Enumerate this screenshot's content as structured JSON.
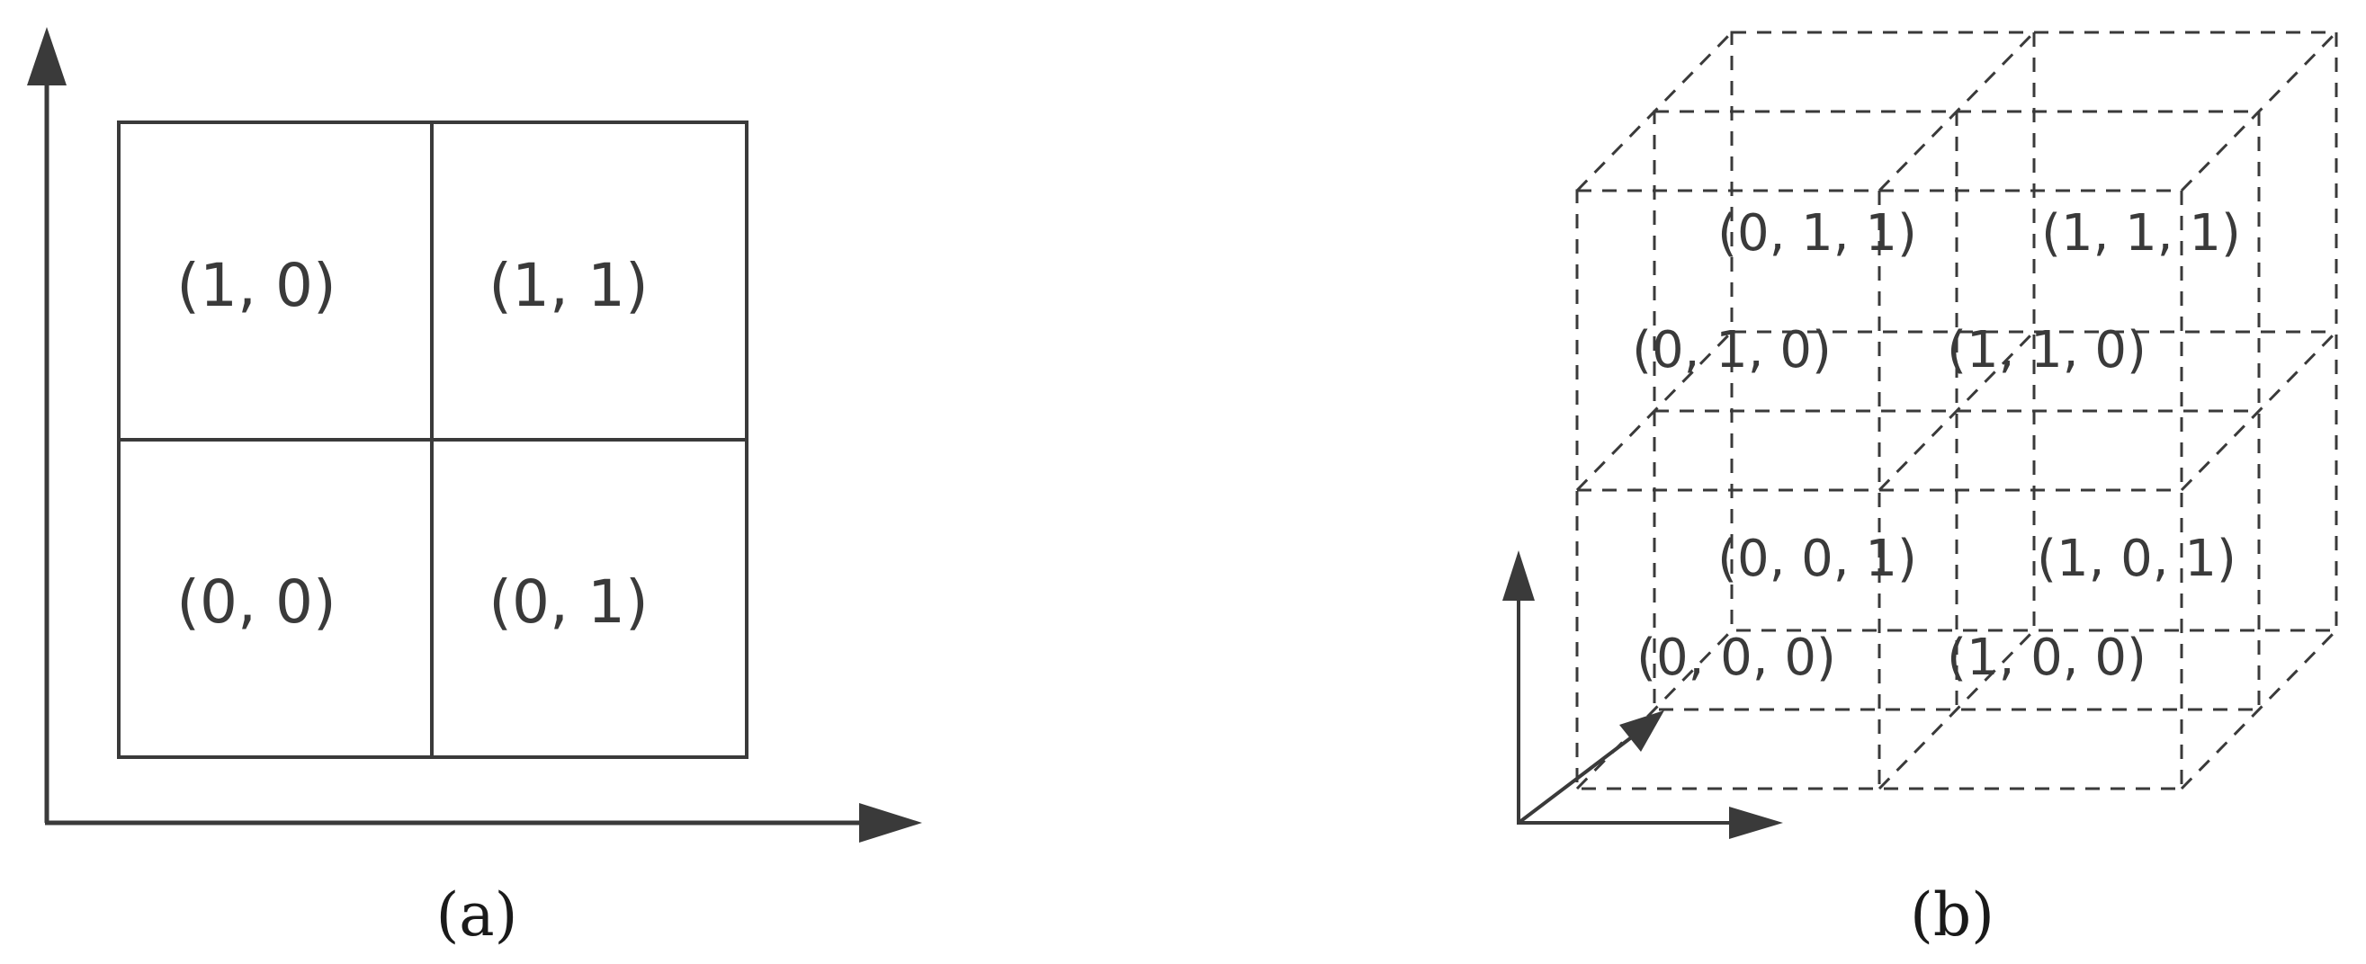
{
  "panel_a": {
    "cells": [
      {
        "label": "(1,  0)"
      },
      {
        "label": "(1,  1)"
      },
      {
        "label": "(0,  0)"
      },
      {
        "label": "(0,  1)"
      }
    ],
    "caption": "(a)"
  },
  "panel_b": {
    "cells": [
      {
        "label": "(0,  1,  1)"
      },
      {
        "label": "(1,  1,  1)"
      },
      {
        "label": "(0,  1,  0)"
      },
      {
        "label": "(1,  1,  0)"
      },
      {
        "label": "(0,  0,  1)"
      },
      {
        "label": "(1,  0,  1)"
      },
      {
        "label": "(0,  0,  0)"
      },
      {
        "label": "(1,  0,  0)"
      }
    ],
    "caption": "(b)"
  },
  "colors": {
    "line": "#3a3a3a",
    "text": "#3a3a3a",
    "caption": "#1a1a1a",
    "background": "#ffffff"
  }
}
